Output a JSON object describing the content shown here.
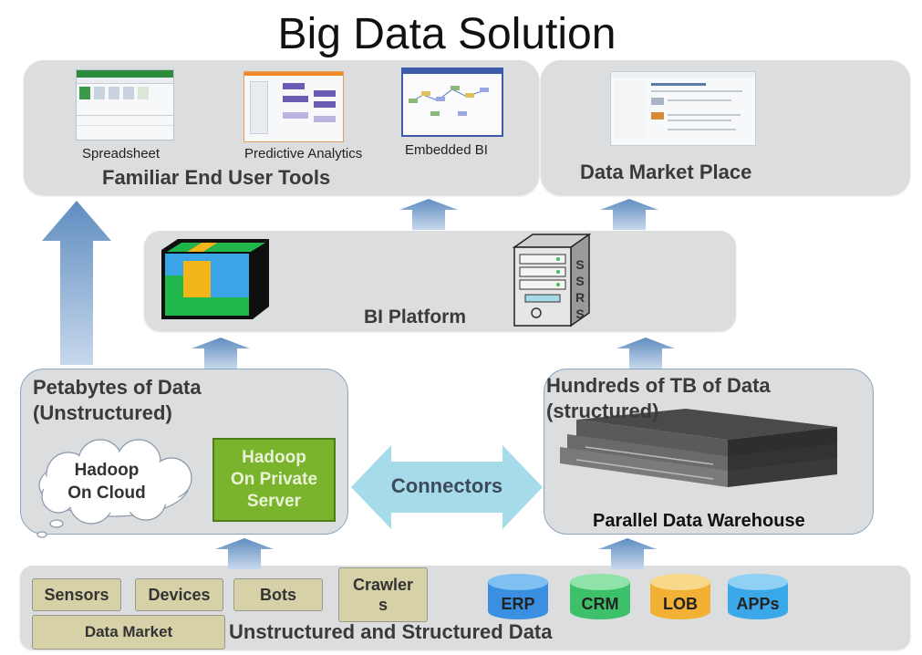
{
  "title": "Big Data Solution",
  "top_left": {
    "title": "Familiar End User Tools",
    "tools": [
      {
        "label": "Spreadsheet",
        "icon": "spreadsheet-screenshot-icon"
      },
      {
        "label": "Predictive  Analytics",
        "icon": "predictive-analytics-screenshot-icon"
      },
      {
        "label": "Embedded  BI",
        "icon": "embedded-bi-screenshot-icon"
      }
    ]
  },
  "top_right": {
    "title": "Data Market Place",
    "icon": "data-market-screenshot-icon"
  },
  "middle": {
    "title": "BI Platform",
    "icons": [
      "cube-icon",
      "ssrs-server-icon"
    ],
    "server_label": "SSRS"
  },
  "left_store": {
    "title_line1": "Petabytes of Data",
    "title_line2": "(Unstructured)",
    "cloud_line1": "Hadoop",
    "cloud_line2": "On Cloud",
    "private_line1": "Hadoop",
    "private_line2": "On Private",
    "private_line3": "Server"
  },
  "connectors": "Connectors",
  "right_store": {
    "title_line1": "Hundreds of TB of Data",
    "title_line2": "(structured)",
    "label": "Parallel Data Warehouse",
    "icon": "server-rack-icon"
  },
  "sources": {
    "title": "Unstructured and Structured Data",
    "boxes": [
      "Sensors",
      "Devices",
      "Bots",
      "Crawler s",
      "Data Market"
    ],
    "crawler_line1": "Crawler",
    "crawler_line2": "s",
    "databases": [
      {
        "label": "ERP",
        "color": "#3a8fe0"
      },
      {
        "label": "CRM",
        "color": "#3cc06a"
      },
      {
        "label": "LOB",
        "color": "#f2b035"
      },
      {
        "label": "APPs",
        "color": "#3aa7e8"
      }
    ]
  },
  "colors": {
    "panel": "#dcdddf",
    "arrow": "#8fb1d6",
    "connector_arrow": "#9fd6e6",
    "green_box": "#79b42c",
    "tan_box": "#d6d1a6"
  }
}
